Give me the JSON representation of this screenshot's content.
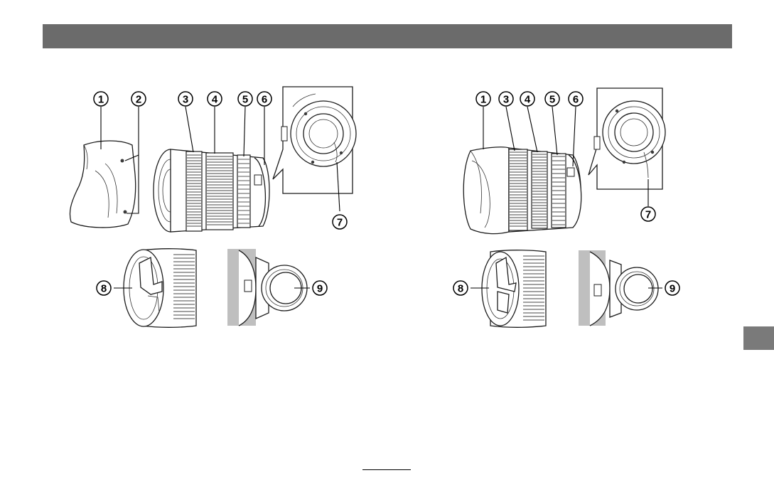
{
  "header": {
    "title": ""
  },
  "side_tab": {
    "label": ""
  },
  "footer": {
    "page_number": ""
  },
  "callouts": {
    "n1": "1",
    "n2": "2",
    "n3": "3",
    "n4": "4",
    "n5": "5",
    "n6": "6",
    "n7": "7",
    "n8": "8",
    "n9": "9"
  },
  "colors": {
    "header_bar": "#6b6b6b",
    "side_tab": "#7a7a7a",
    "line_art": "#1c1c1c"
  }
}
